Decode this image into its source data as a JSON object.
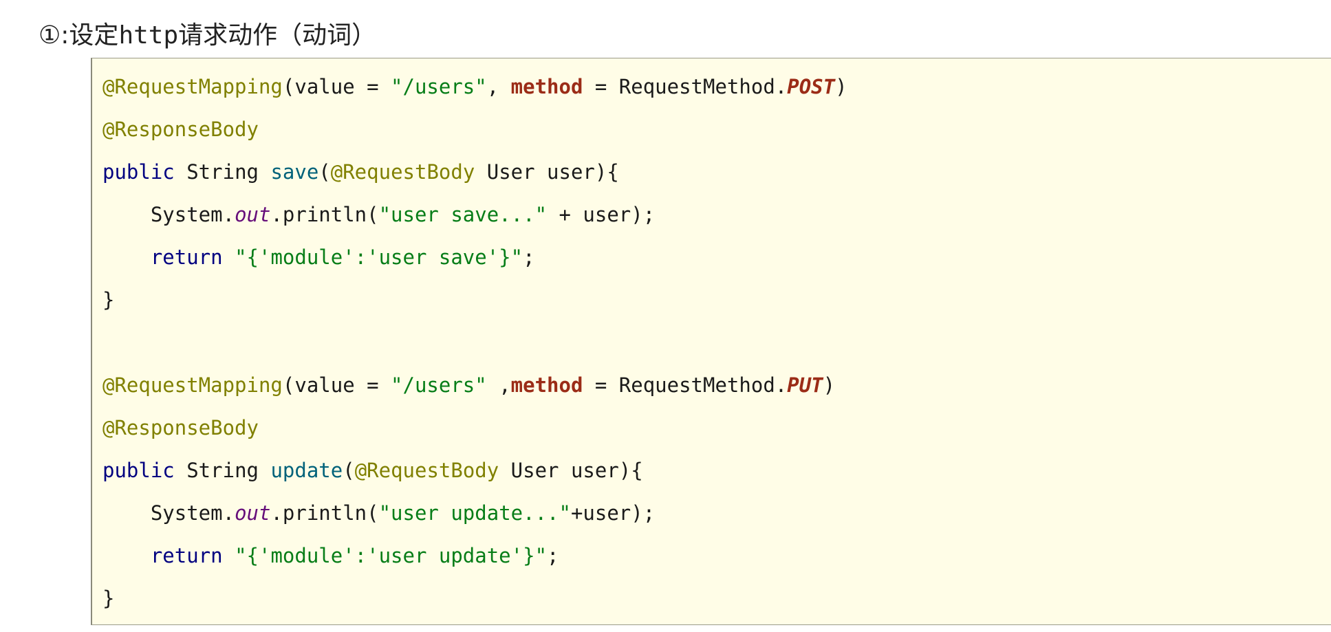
{
  "heading": {
    "number": "①",
    "colon": ":",
    "text_before": "设定",
    "text_mono": "http",
    "text_after": "请求动作（动词）"
  },
  "code": {
    "block1": {
      "line1": {
        "annotation": "@RequestMapping",
        "part1": "(value = ",
        "string": "\"/users\"",
        "part2": ", ",
        "keyword": "method",
        "part3": " = RequestMethod.",
        "enum": "POST",
        "part4": ")"
      },
      "line2": {
        "annotation": "@ResponseBody"
      },
      "line3": {
        "modifier": "public",
        "type": " String ",
        "method": "save",
        "paren": "(",
        "annotation": "@RequestBody",
        "rest": " User user){"
      },
      "line4": {
        "indent": "    ",
        "obj": "System.",
        "field": "out",
        "call": ".println(",
        "string": "\"user save...\"",
        "rest": " + user);"
      },
      "line5": {
        "indent": "    ",
        "keyword": "return",
        "space": " ",
        "string": "\"{'module':'user save'}\"",
        "rest": ";"
      },
      "line6": {
        "brace": "}"
      }
    },
    "block2": {
      "line1": {
        "annotation": "@RequestMapping",
        "part1": "(value = ",
        "string": "\"/users\"",
        "part2": " ,",
        "keyword": "method",
        "part3": " = RequestMethod.",
        "enum": "PUT",
        "part4": ")"
      },
      "line2": {
        "annotation": "@ResponseBody"
      },
      "line3": {
        "modifier": "public",
        "type": " String ",
        "method": "update",
        "paren": "(",
        "annotation": "@RequestBody",
        "rest": " User user){"
      },
      "line4": {
        "indent": "    ",
        "obj": "System.",
        "field": "out",
        "call": ".println(",
        "string": "\"user update...\"",
        "rest": "+user);"
      },
      "line5": {
        "indent": "    ",
        "keyword": "return",
        "space": " ",
        "string": "\"{'module':'user update'}\"",
        "rest": ";"
      },
      "line6": {
        "brace": "}"
      }
    }
  },
  "colors": {
    "background": "#fffde7",
    "annotation": "#808000",
    "keyword": "#000080",
    "string": "#067d17",
    "named_param": "#9b2c17",
    "field": "#660e7a"
  }
}
